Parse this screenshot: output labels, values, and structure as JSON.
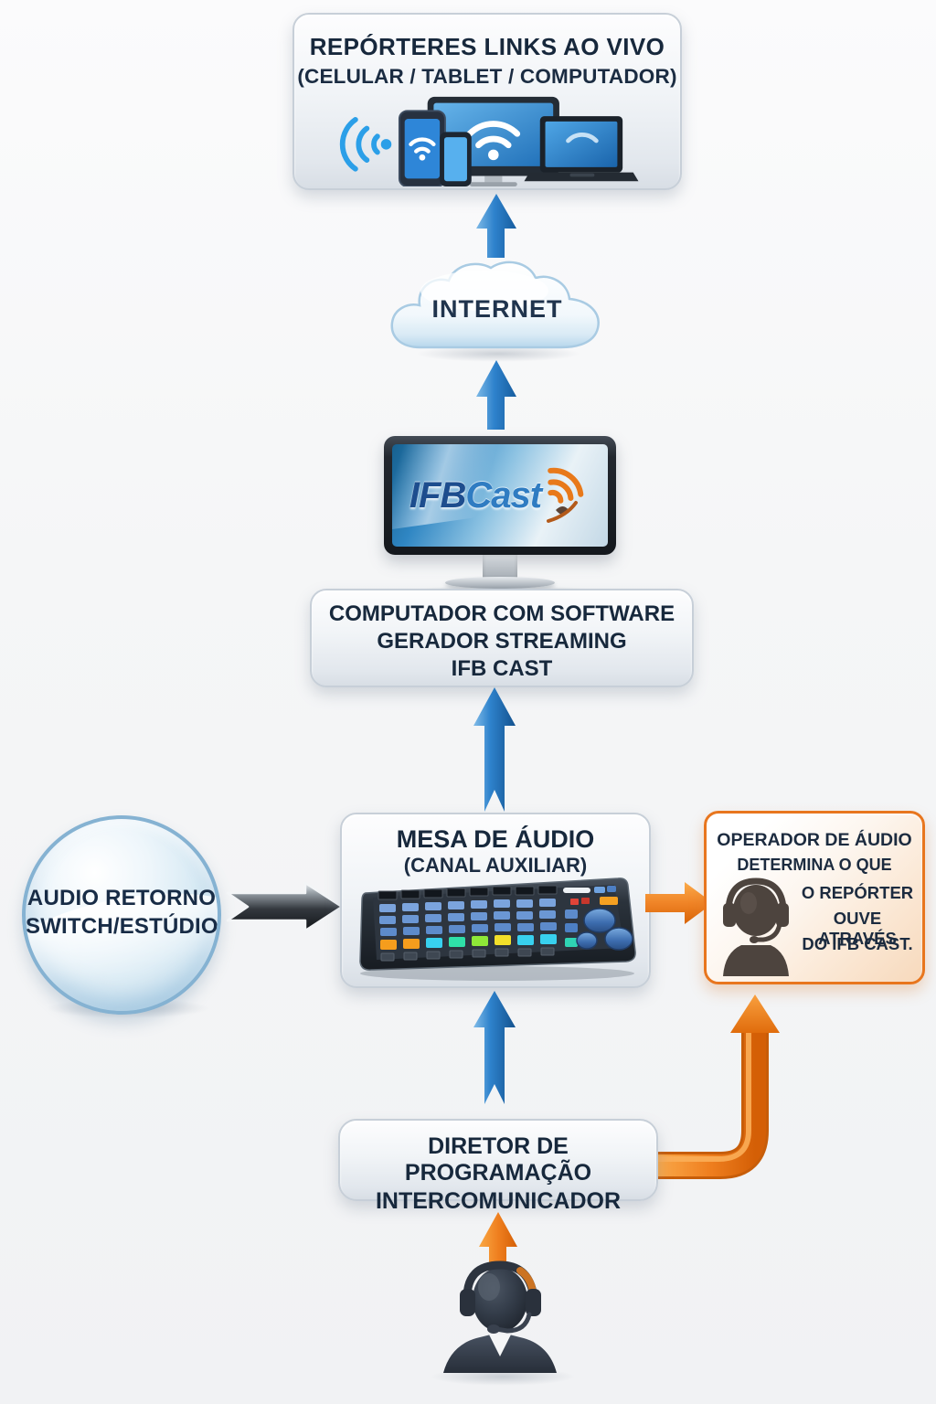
{
  "palette": {
    "blue_arrow": "#2e82cc",
    "orange_accent": "#ed7d1f",
    "panel_text": "#17283c",
    "glass_blue": "#a8cde3"
  },
  "reporters_box": {
    "title": "REPÓRTERES LINKS AO VIVO",
    "subtitle": "(CELULAR / TABLET / COMPUTADOR)"
  },
  "internet_cloud": {
    "label": "INTERNET"
  },
  "ifbcast_screen": {
    "brand_ifb": "IFB",
    "brand_cast": "Cast"
  },
  "computer_box": {
    "line1": "COMPUTADOR COM SOFTWARE",
    "line2": "GERADOR STREAMING",
    "line3": "IFB CAST"
  },
  "mesa_box": {
    "title": "MESA DE ÁUDIO",
    "subtitle": "(CANAL AUXILIAR)"
  },
  "audio_retorno_circle": {
    "line1": "AUDIO RETORNO",
    "line2": "SWITCH/ESTÚDIO"
  },
  "operador_box": {
    "line1": "OPERADOR DE ÁUDIO",
    "line2": "DETERMINA O QUE",
    "line3": "O REPÓRTER",
    "line4": "OUVE ATRAVÉS",
    "line5": "DO IFB CAST."
  },
  "diretor_box": {
    "line1": "DIRETOR DE PROGRAMAÇÃO",
    "line2": "INTERCOMUNICADOR"
  }
}
